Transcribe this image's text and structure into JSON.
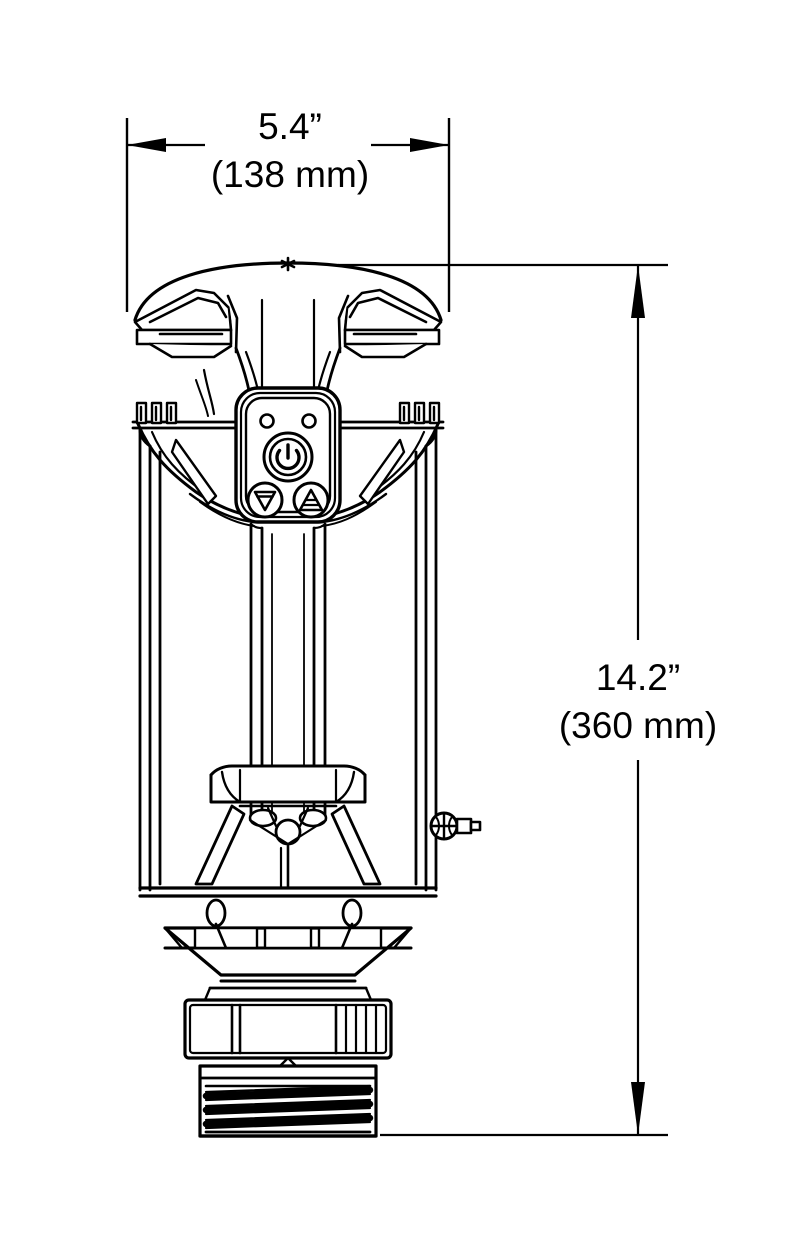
{
  "drawing": {
    "type": "dimensioned-technical-line-drawing",
    "subject": "cylindrical canister device with control panel and threaded outlet",
    "background_color": "#ffffff",
    "line_color": "#000000",
    "view": "front elevation"
  },
  "dimensions": {
    "width": {
      "name": "overall-width",
      "imperial": "5.4”",
      "metric": "(138 mm)",
      "orientation": "horizontal",
      "arrow_style": "double-ended-inward"
    },
    "height": {
      "name": "overall-height",
      "imperial": "14.2”",
      "metric": "(360 mm)",
      "orientation": "vertical",
      "arrow_style": "double-ended-inward"
    }
  },
  "control_panel": {
    "name": "control-panel",
    "indicators": [
      {
        "name": "led-indicator-left"
      },
      {
        "name": "led-indicator-right"
      }
    ],
    "buttons": [
      {
        "name": "power-button",
        "icon": "power-icon"
      },
      {
        "name": "decrease-button",
        "icon": "triangle-down-icon"
      },
      {
        "name": "increase-button",
        "icon": "triangle-up-striped-icon"
      }
    ]
  },
  "components": [
    {
      "name": "dome-top-cover"
    },
    {
      "name": "apex-center-mark",
      "icon": "asterisk-icon"
    },
    {
      "name": "upper-shoulder-collar"
    },
    {
      "name": "retaining-clip-left"
    },
    {
      "name": "retaining-clip-right"
    },
    {
      "name": "transparent-canister-wall-left"
    },
    {
      "name": "transparent-canister-wall-right"
    },
    {
      "name": "center-stem-column"
    },
    {
      "name": "base-strut-assembly"
    },
    {
      "name": "side-valve-fitting"
    },
    {
      "name": "tapered-funnel-section"
    },
    {
      "name": "outlet-collar"
    },
    {
      "name": "threaded-outlet-nozzle"
    }
  ],
  "colors": {
    "line": "#000000",
    "background": "#ffffff",
    "fill": "#ffffff"
  }
}
